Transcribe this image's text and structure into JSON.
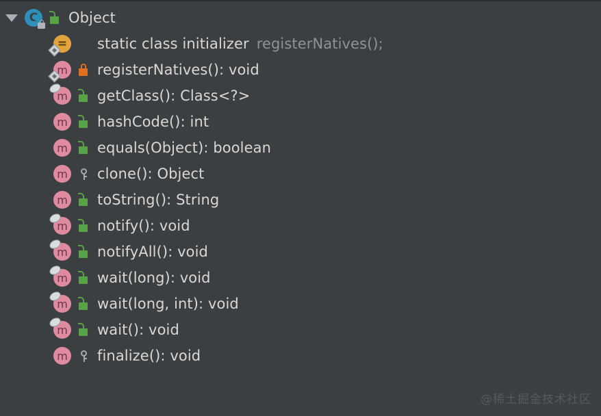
{
  "panel": {
    "name": "structure-tree",
    "background": "#3c3f41",
    "watermark": "@稀土掘金技术社区"
  },
  "colors": {
    "background": "#3c3f41",
    "text_primary": "#d8d8d8",
    "text_secondary": "#8f9396",
    "class_icon": "#2e8fba",
    "method_icon": "#e08aa0",
    "initializer_icon": "#e2a33c",
    "public_lock": "#58a345",
    "private_lock": "#e0701e",
    "protected_key": "#a6acb0",
    "watermark": "#555a5e"
  },
  "tree": {
    "root": {
      "label": "Object",
      "icon": "class-icon",
      "modifier_badge": "lock-badge",
      "visibility": "public",
      "visibility_icon": "public-open-lock-icon",
      "expanded": true,
      "toggle_icon": "caret-down-icon"
    },
    "children": [
      {
        "label": "static class initializer",
        "secondary": "registerNatives();",
        "icon": "static-initializer-icon",
        "modifier_badge": "static-diamond-badge",
        "visibility": "none",
        "visibility_icon": ""
      },
      {
        "label": "registerNatives(): void",
        "secondary": "",
        "icon": "method-icon",
        "modifier_badge": "static-diamond-badge",
        "visibility": "private",
        "visibility_icon": "private-closed-lock-icon"
      },
      {
        "label": "getClass(): Class<?>",
        "secondary": "",
        "icon": "method-icon",
        "modifier_badge": "final-oval-badge",
        "visibility": "public",
        "visibility_icon": "public-open-lock-icon"
      },
      {
        "label": "hashCode(): int",
        "secondary": "",
        "icon": "method-icon",
        "modifier_badge": "none",
        "visibility": "public",
        "visibility_icon": "public-open-lock-icon"
      },
      {
        "label": "equals(Object): boolean",
        "secondary": "",
        "icon": "method-icon",
        "modifier_badge": "none",
        "visibility": "public",
        "visibility_icon": "public-open-lock-icon"
      },
      {
        "label": "clone(): Object",
        "secondary": "",
        "icon": "method-icon",
        "modifier_badge": "none",
        "visibility": "protected",
        "visibility_icon": "protected-key-icon"
      },
      {
        "label": "toString(): String",
        "secondary": "",
        "icon": "method-icon",
        "modifier_badge": "none",
        "visibility": "public",
        "visibility_icon": "public-open-lock-icon"
      },
      {
        "label": "notify(): void",
        "secondary": "",
        "icon": "method-icon",
        "modifier_badge": "final-oval-badge",
        "visibility": "public",
        "visibility_icon": "public-open-lock-icon"
      },
      {
        "label": "notifyAll(): void",
        "secondary": "",
        "icon": "method-icon",
        "modifier_badge": "final-oval-badge",
        "visibility": "public",
        "visibility_icon": "public-open-lock-icon"
      },
      {
        "label": "wait(long): void",
        "secondary": "",
        "icon": "method-icon",
        "modifier_badge": "final-oval-badge",
        "visibility": "public",
        "visibility_icon": "public-open-lock-icon"
      },
      {
        "label": "wait(long, int): void",
        "secondary": "",
        "icon": "method-icon",
        "modifier_badge": "final-oval-badge",
        "visibility": "public",
        "visibility_icon": "public-open-lock-icon"
      },
      {
        "label": "wait(): void",
        "secondary": "",
        "icon": "method-icon",
        "modifier_badge": "final-oval-badge",
        "visibility": "public",
        "visibility_icon": "public-open-lock-icon"
      },
      {
        "label": "finalize(): void",
        "secondary": "",
        "icon": "method-icon",
        "modifier_badge": "none",
        "visibility": "protected",
        "visibility_icon": "protected-key-icon"
      }
    ]
  },
  "glyphs": {
    "class_letter": "C",
    "method_letter": "m",
    "initializer_symbol": "="
  }
}
